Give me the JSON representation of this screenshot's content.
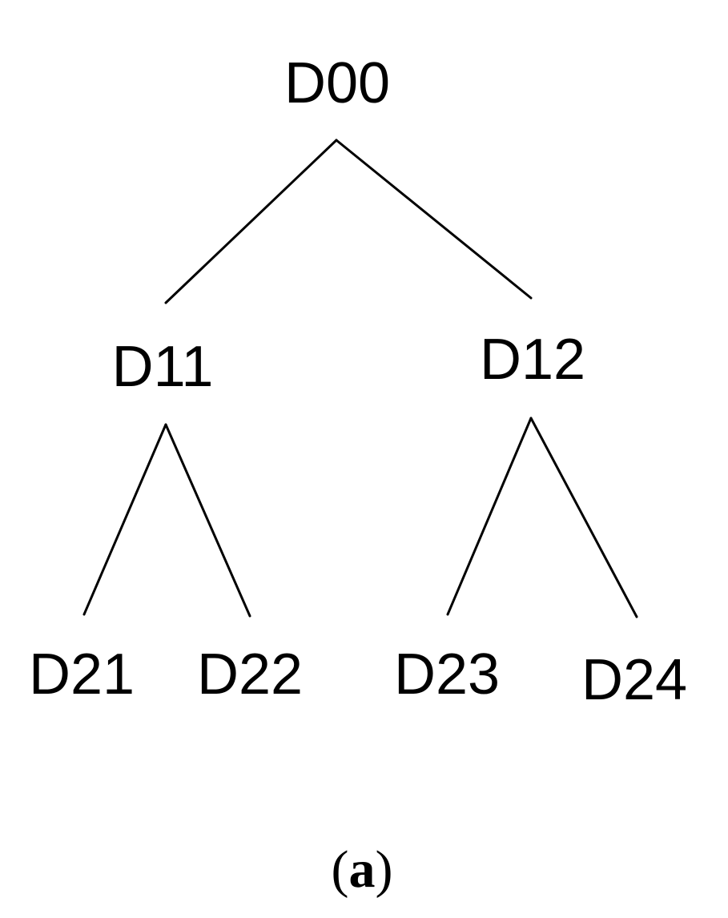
{
  "tree": {
    "root": "D00",
    "level1": [
      "D11",
      "D12"
    ],
    "level2": [
      "D21",
      "D22",
      "D23",
      "D24"
    ]
  },
  "caption": {
    "open": "(",
    "letter": "a",
    "close": ")"
  },
  "colors": {
    "line": "#000000",
    "text": "#000000",
    "background": "#ffffff"
  }
}
